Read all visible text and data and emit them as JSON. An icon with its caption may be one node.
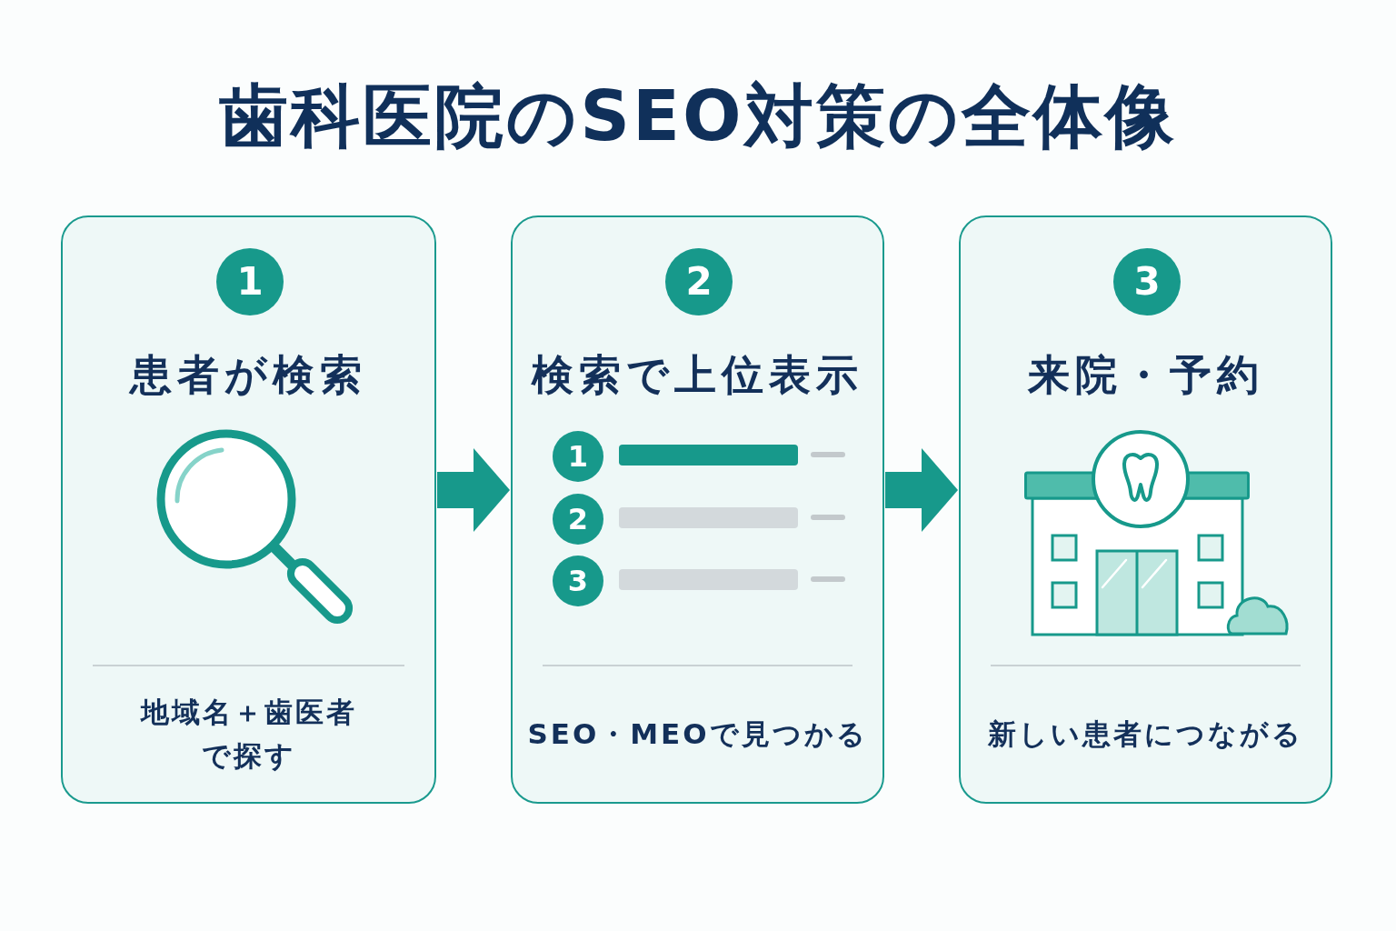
{
  "diagram": {
    "title": "歯科医院のSEO対策の全体像",
    "nodes": [
      {
        "text": [
          "患者が検索",
          "地域名＋歯医者で探す"
        ]
      },
      {
        "text": [
          "1"
        ],
        "in": 0
      },
      {
        "text": [
          "検索で上位表示",
          "SEO・MEOで見つかる"
        ]
      },
      {
        "text": [
          "2"
        ],
        "in": 2
      },
      {
        "text": [
          "1"
        ],
        "in": 2
      },
      {
        "text": [
          "2"
        ],
        "in": 2
      },
      {
        "text": [
          "3"
        ],
        "in": 2
      },
      {
        "text": [
          "来院・予約",
          "新しい患者につながる"
        ]
      },
      {
        "text": [
          "3"
        ],
        "in": 7
      }
    ],
    "edges": [
      {
        "from": 0,
        "to": 2,
        "arrow": "to"
      },
      {
        "from": 2,
        "to": 7,
        "arrow": "to"
      }
    ]
  }
}
